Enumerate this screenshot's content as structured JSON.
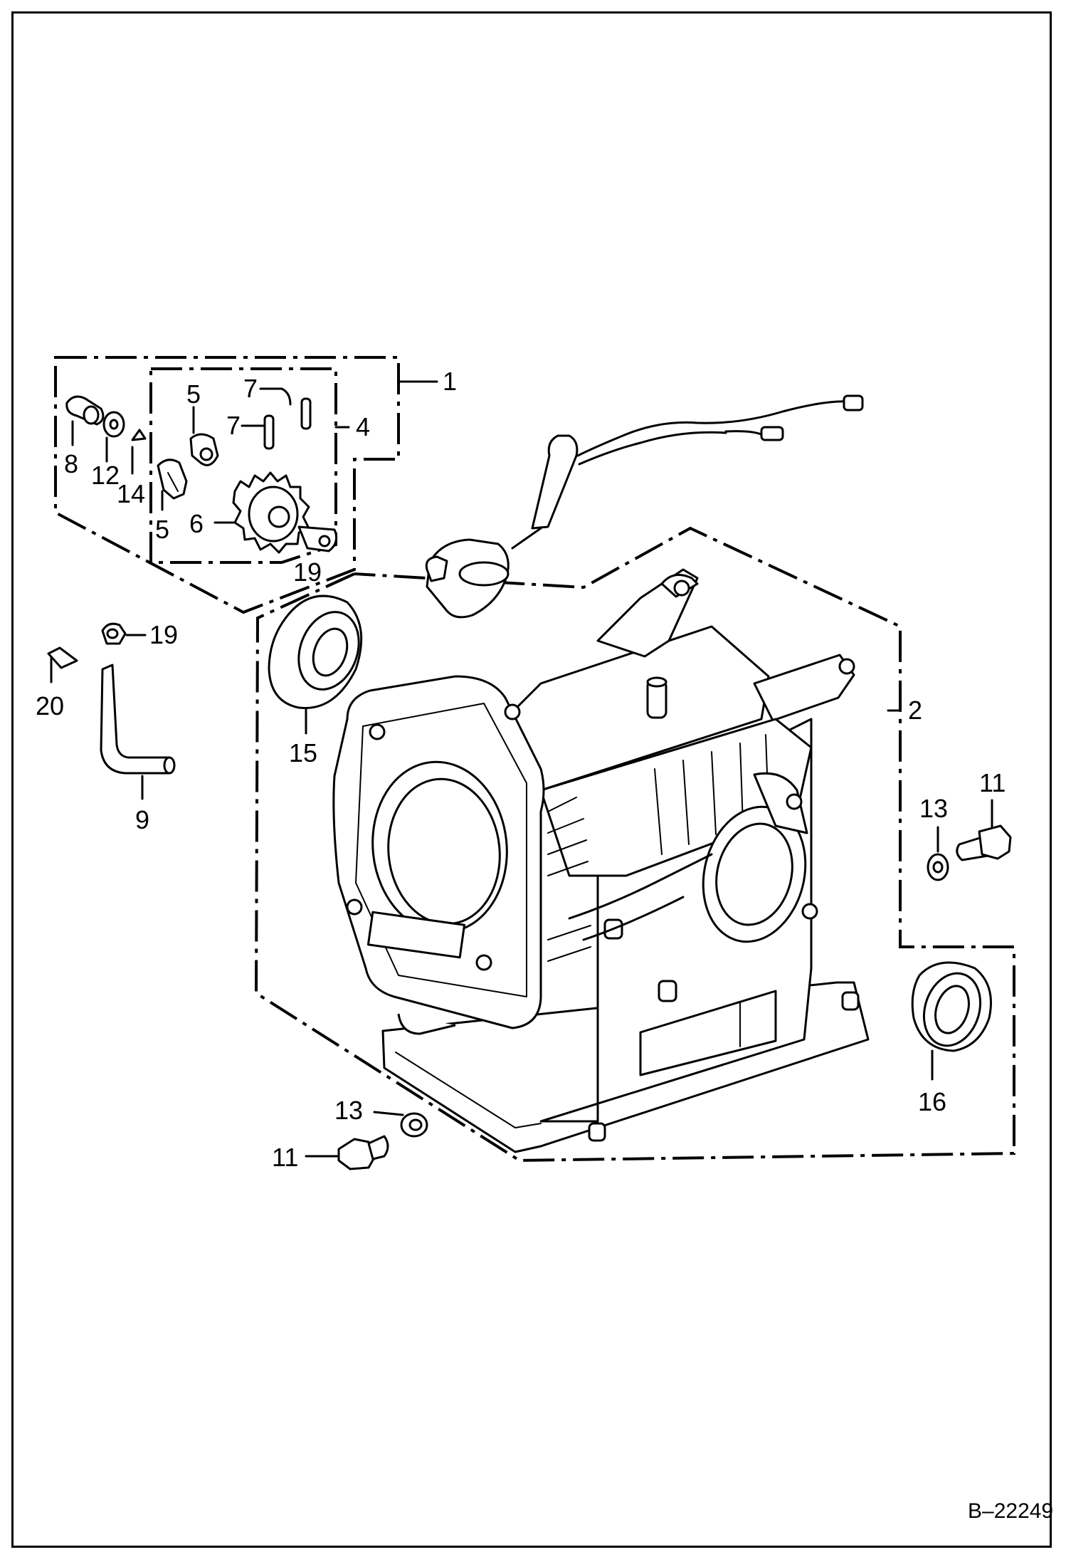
{
  "drawing_code": "B–22249",
  "callouts": {
    "c1": "1",
    "c2": "2",
    "c4": "4",
    "c5a": "5",
    "c5b": "5",
    "c6": "6",
    "c7a": "7",
    "c7b": "7",
    "c8": "8",
    "c9": "9",
    "c11a": "11",
    "c11b": "11",
    "c12": "12",
    "c13a": "13",
    "c13b": "13",
    "c14": "14",
    "c15": "15",
    "c16": "16",
    "c19a": "19",
    "c19b": "19",
    "c20": "20"
  }
}
